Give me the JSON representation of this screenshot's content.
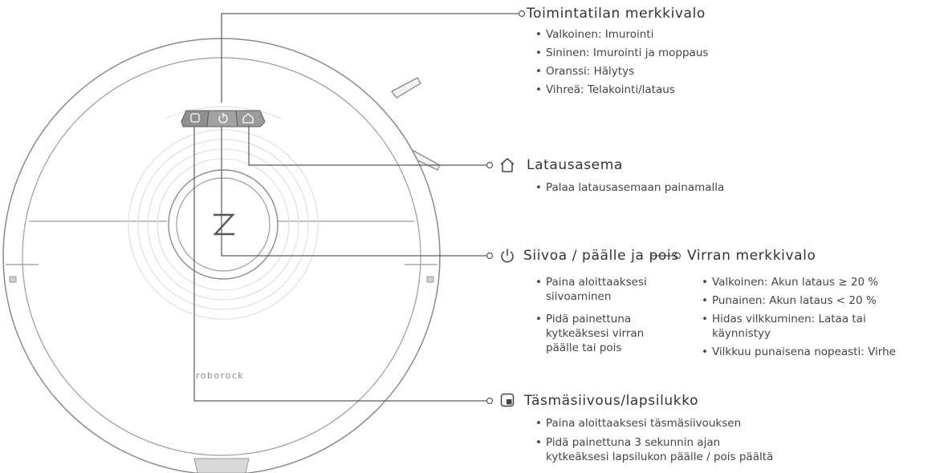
{
  "robot": {
    "logo": "roborock"
  },
  "callouts": {
    "mode_light": {
      "title": "Toimintatilan merkkivalo",
      "items": [
        "Valkoinen: Imurointi",
        "Sininen: Imurointi ja moppaus",
        "Oranssi: Hälytys",
        "Vihreä: Telakointi/lataus"
      ]
    },
    "dock": {
      "title": "Latausasema",
      "icon": "house-icon",
      "items": [
        "Palaa latausasemaan painamalla"
      ]
    },
    "power": {
      "title": "Siivoa / päälle ja pois",
      "icon": "power-icon",
      "items": [
        [
          "Paina aloittaaksesi",
          "siivoaminen"
        ],
        [
          "Pidä painettuna",
          "kytkeäksesi virran",
          "päälle tai pois"
        ]
      ]
    },
    "power_light": {
      "title": "Virran merkkivalo",
      "items": [
        [
          "Valkoinen: Akun lataus ≥  20 %"
        ],
        [
          "Punainen: Akun lataus < 20 %"
        ],
        [
          "Hidas vilkkuminen: Lataa tai",
          "käynnistyy"
        ],
        [
          "Vilkkuu punaisena nopeasti: Virhe"
        ]
      ]
    },
    "spot": {
      "title": "Täsmäsiivous/lapsilukko",
      "icon": "spot-clean-icon",
      "items": [
        [
          "Paina aloittaaksesi täsmäsiivouksen"
        ],
        [
          "Pidä painettuna 3 sekunnin ajan",
          "kytkeäksesi lapsilukon päälle / pois päältä"
        ]
      ]
    }
  }
}
